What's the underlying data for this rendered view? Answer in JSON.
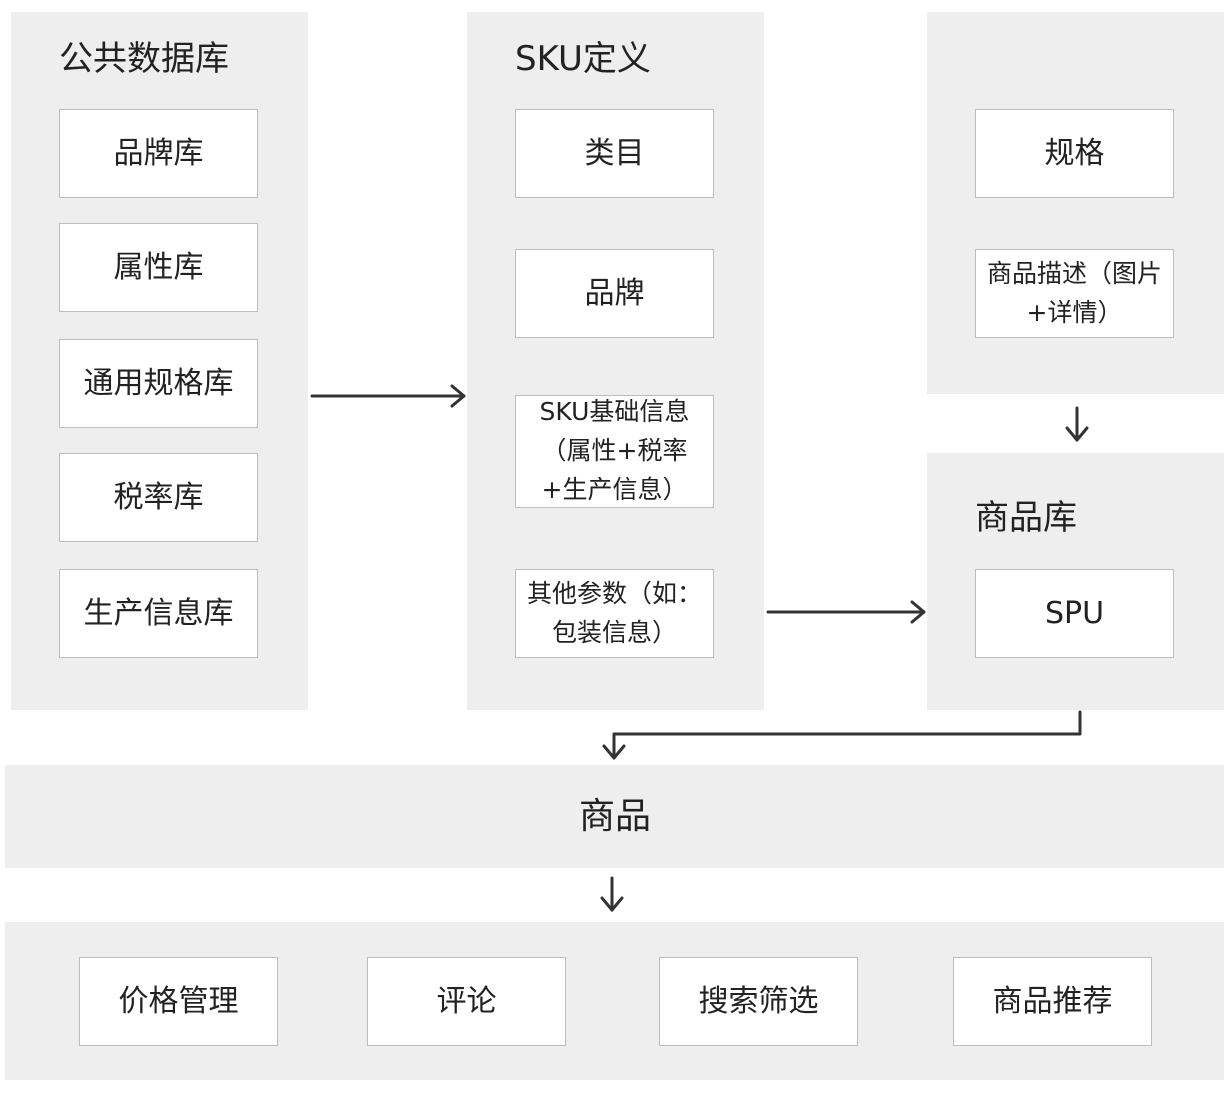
{
  "public_db": {
    "title": "公共数据库",
    "items": [
      "品牌库",
      "属性库",
      "通用规格库",
      "税率库",
      "生产信息库"
    ]
  },
  "sku_def": {
    "title": "SKU定义",
    "category": "类目",
    "brand": "品牌",
    "basic_info_lines": [
      "SKU基础信息",
      "（属性+税率",
      "+生产信息）"
    ],
    "other_params_lines": [
      "其他参数（如：",
      "包装信息）"
    ]
  },
  "spec_panel": {
    "spec": "规格",
    "description_lines": [
      "商品描述（图片",
      "+详情）"
    ]
  },
  "product_lib": {
    "title": "商品库",
    "spu": "SPU"
  },
  "product": {
    "label": "商品"
  },
  "features": {
    "items": [
      "价格管理",
      "评论",
      "搜索筛选",
      "商品推荐"
    ]
  },
  "colors": {
    "panel": "#efeeef",
    "box_border": "#bdbdbd",
    "arrow": "#333333"
  }
}
